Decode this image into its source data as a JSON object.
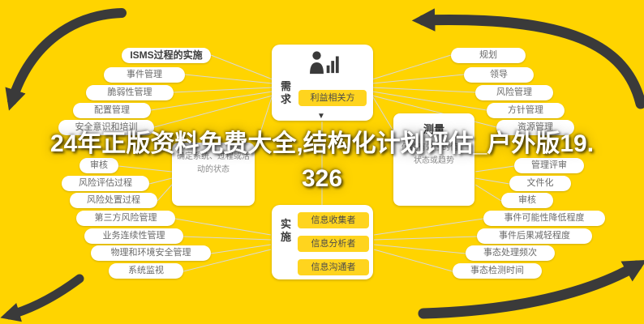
{
  "colors": {
    "background": "#ffd400",
    "arrow": "#3a3a3a",
    "card": "#ffffff",
    "inner_box": "#ffd41e",
    "watermark": "#ffffff"
  },
  "overlay": {
    "line1": "24年正版资料免费大全,结构化计划评估_户外版19.",
    "line2": "326"
  },
  "left_column": {
    "header": "ISMS过程的实施",
    "items": [
      "事件管理",
      "脆弱性管理",
      "配置管理",
      "安全意识和培训",
      "审核",
      "风险评估过程",
      "风险处置过程",
      "第三方风险管理",
      "业务连续性管理",
      "物理和环境安全管理",
      "系统监视"
    ]
  },
  "right_column": {
    "items": [
      "规划",
      "领导",
      "风险管理",
      "方针管理",
      "资源管理",
      "管理评审",
      "文件化",
      "审核",
      "事件可能性降低程度",
      "事件后果减轻程度",
      "事态处理频次",
      "事态检测时间"
    ]
  },
  "center": {
    "person_icon": "person-chart-icon",
    "needs_label": "需求",
    "stakeholders_label": "利益相关方",
    "determine_note": "确定系统、过程或活动的状态",
    "measure_label": "测量",
    "measure_note": "值或有效性的值、状态或趋势",
    "implement_label": "实施",
    "info_roles": [
      "信息收集者",
      "信息分析者",
      "信息沟通者"
    ]
  }
}
